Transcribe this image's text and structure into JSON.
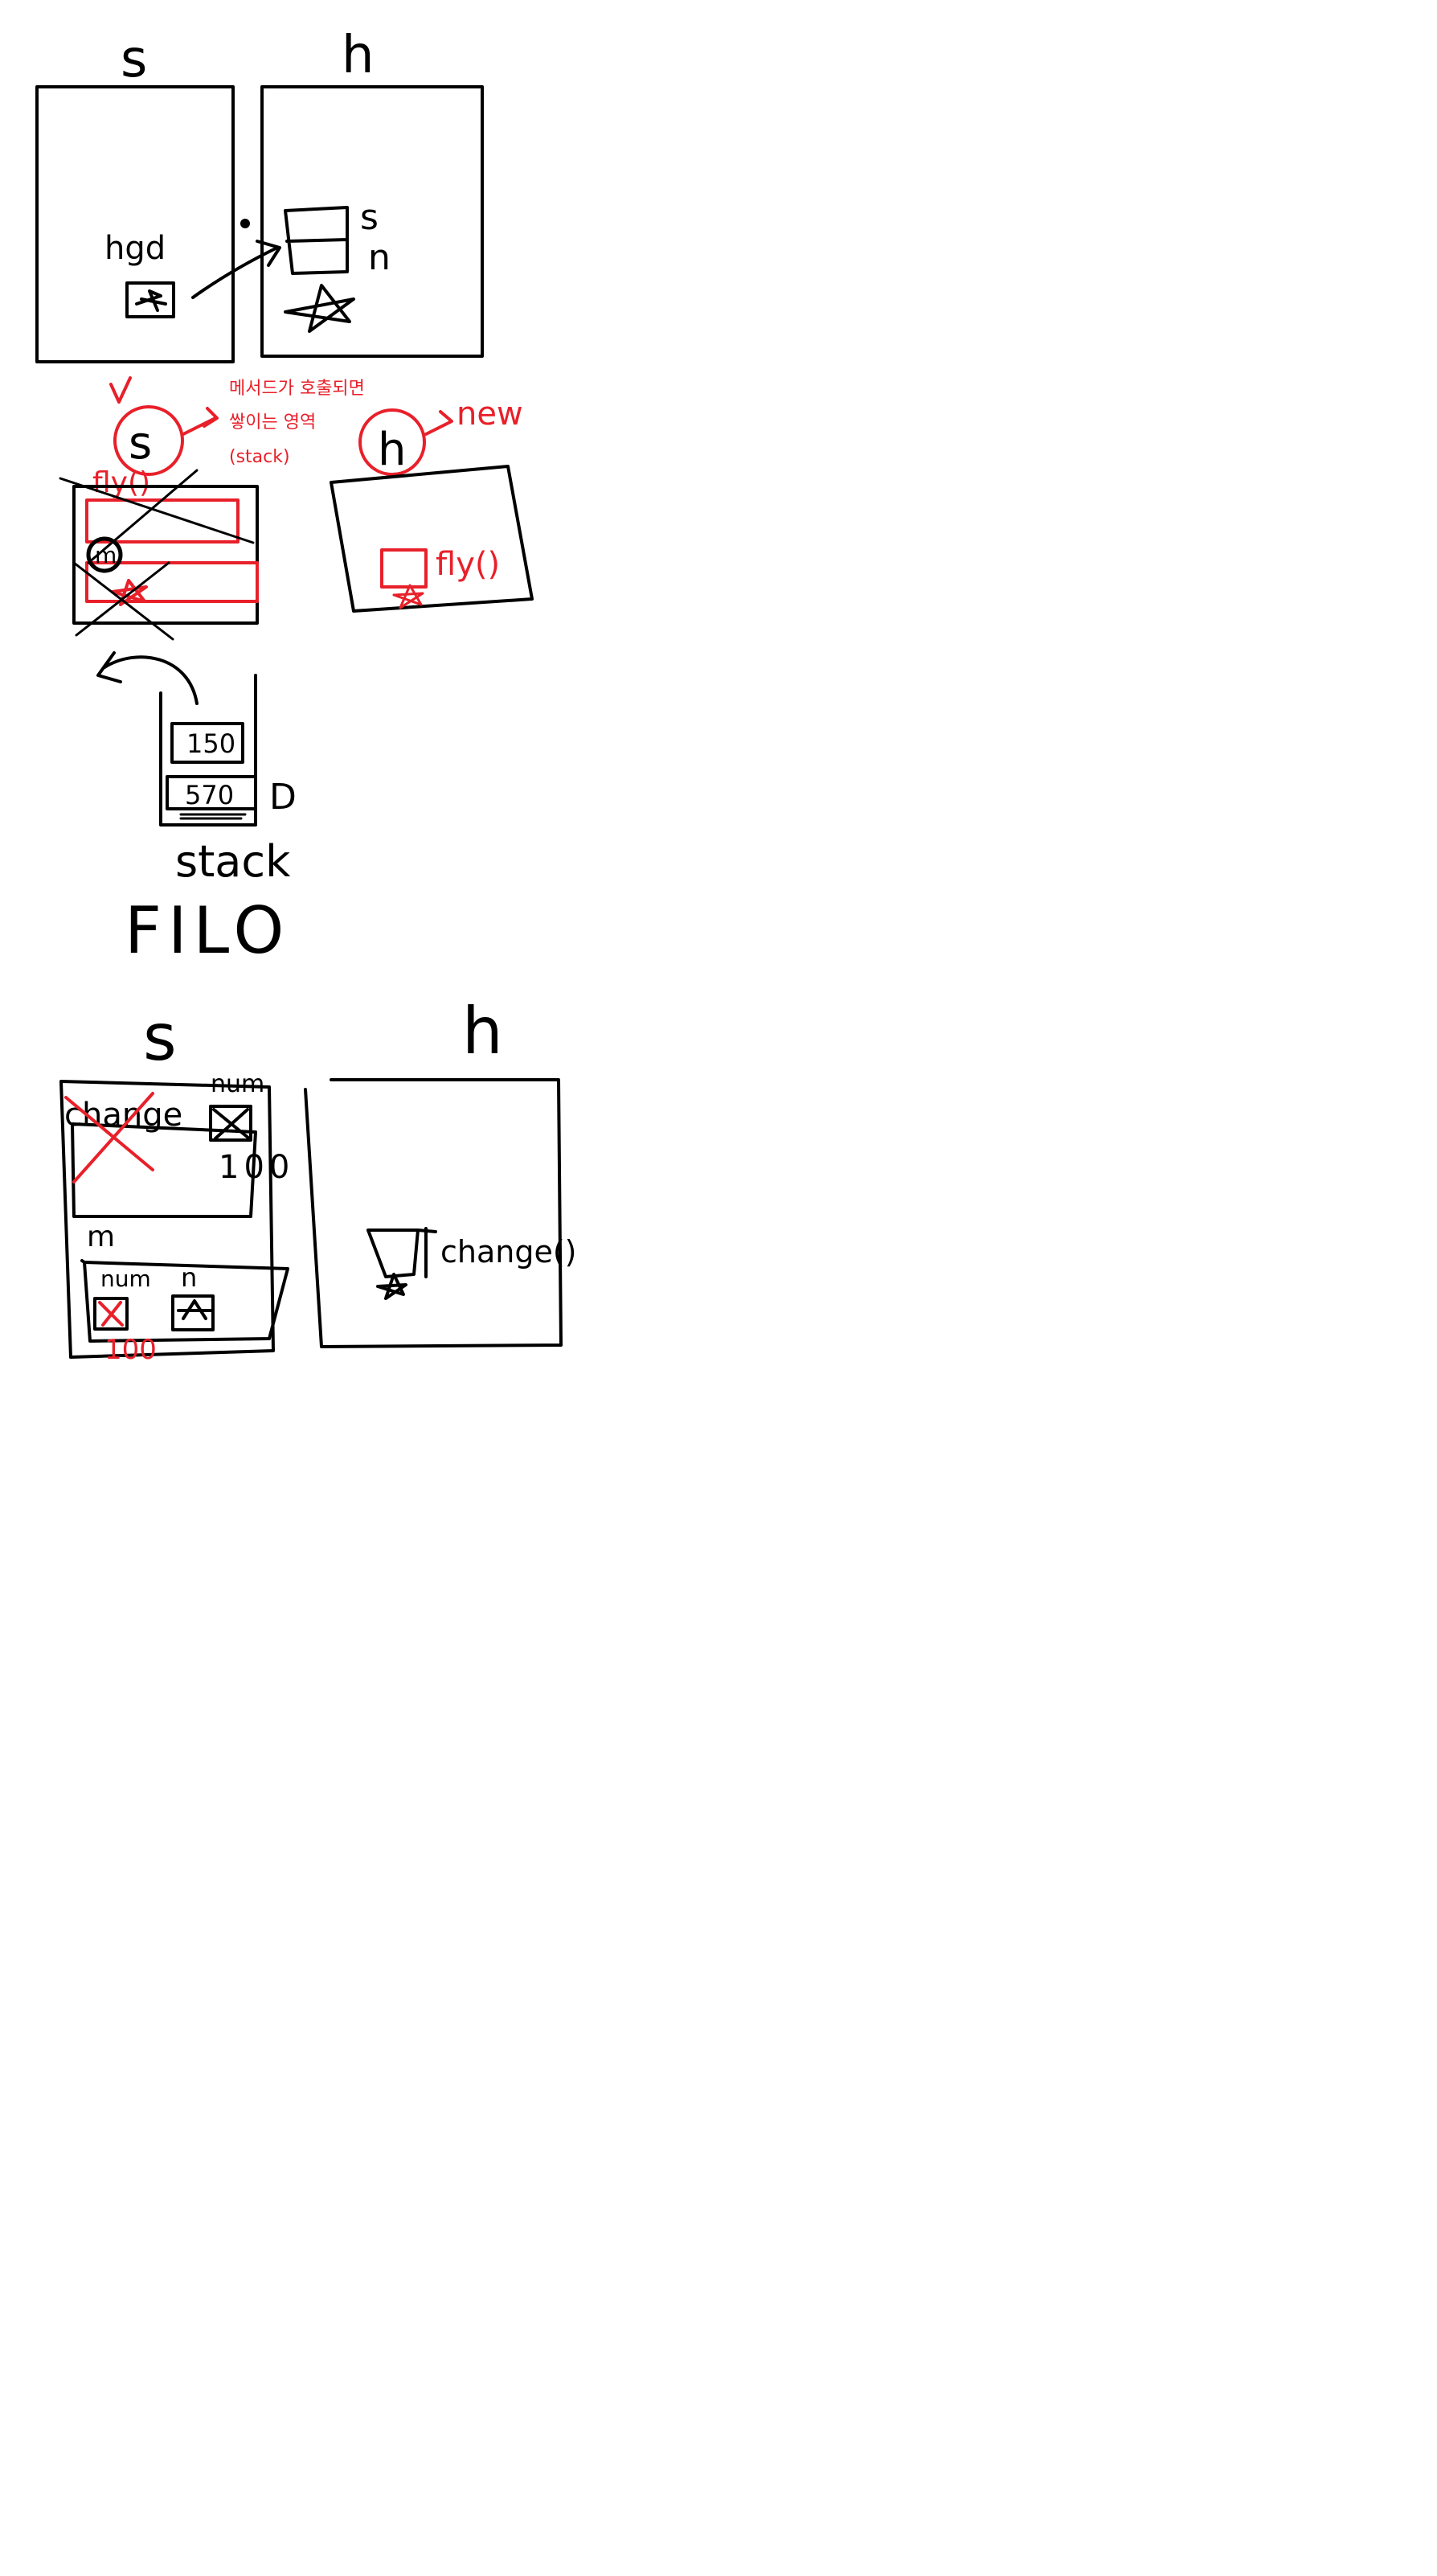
{
  "diagram_top": {
    "stack_label": "s",
    "heap_label": "h",
    "variable_label": "hgd",
    "heap_box_labels": [
      "s",
      "n"
    ]
  },
  "diagram_middle": {
    "annotation_lines": [
      "메서드가 호출되면",
      "쌓이는 영역",
      "(stack)"
    ],
    "stack_frame_label": "s",
    "frame_label_red": "fly()",
    "inner_frame_label": "m",
    "heap_label": "h",
    "new_label": "new",
    "heap_method_label": "fly()",
    "stack_item_top": "150",
    "stack_item_bottom": "570",
    "side_label": "D",
    "stack_caption": "stack",
    "filo_caption": "FILO"
  },
  "diagram_bottom": {
    "stack_label": "s",
    "heap_label": "h",
    "change_frame_label": "change",
    "num_label_top": "num",
    "value_top": "100",
    "main_frame_label": "m",
    "num_label_bottom": "num",
    "n_label_bottom": "n",
    "value_bottom_red": "100",
    "heap_method_label": "change()"
  },
  "colors": {
    "ink": "#000000",
    "red_ink": "#e8202a",
    "background": "#ffffff"
  }
}
